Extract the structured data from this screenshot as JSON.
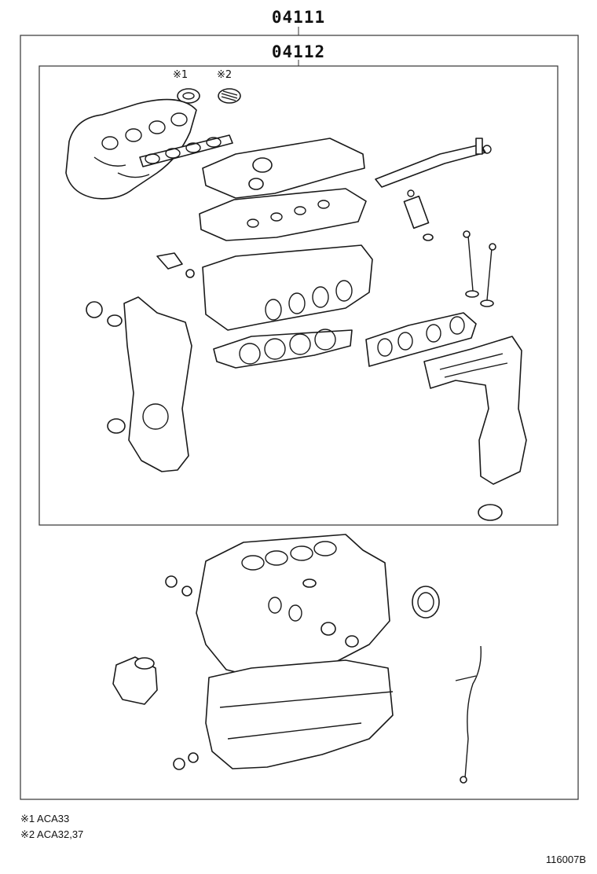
{
  "callouts": {
    "outer": "04111",
    "inner": "04112"
  },
  "applicability_marks": {
    "mark1": "※1",
    "mark2": "※2"
  },
  "notes": [
    {
      "text": "※1 ACA33"
    },
    {
      "text": "※2 ACA32,37"
    }
  ],
  "drawing_number": "116007B"
}
